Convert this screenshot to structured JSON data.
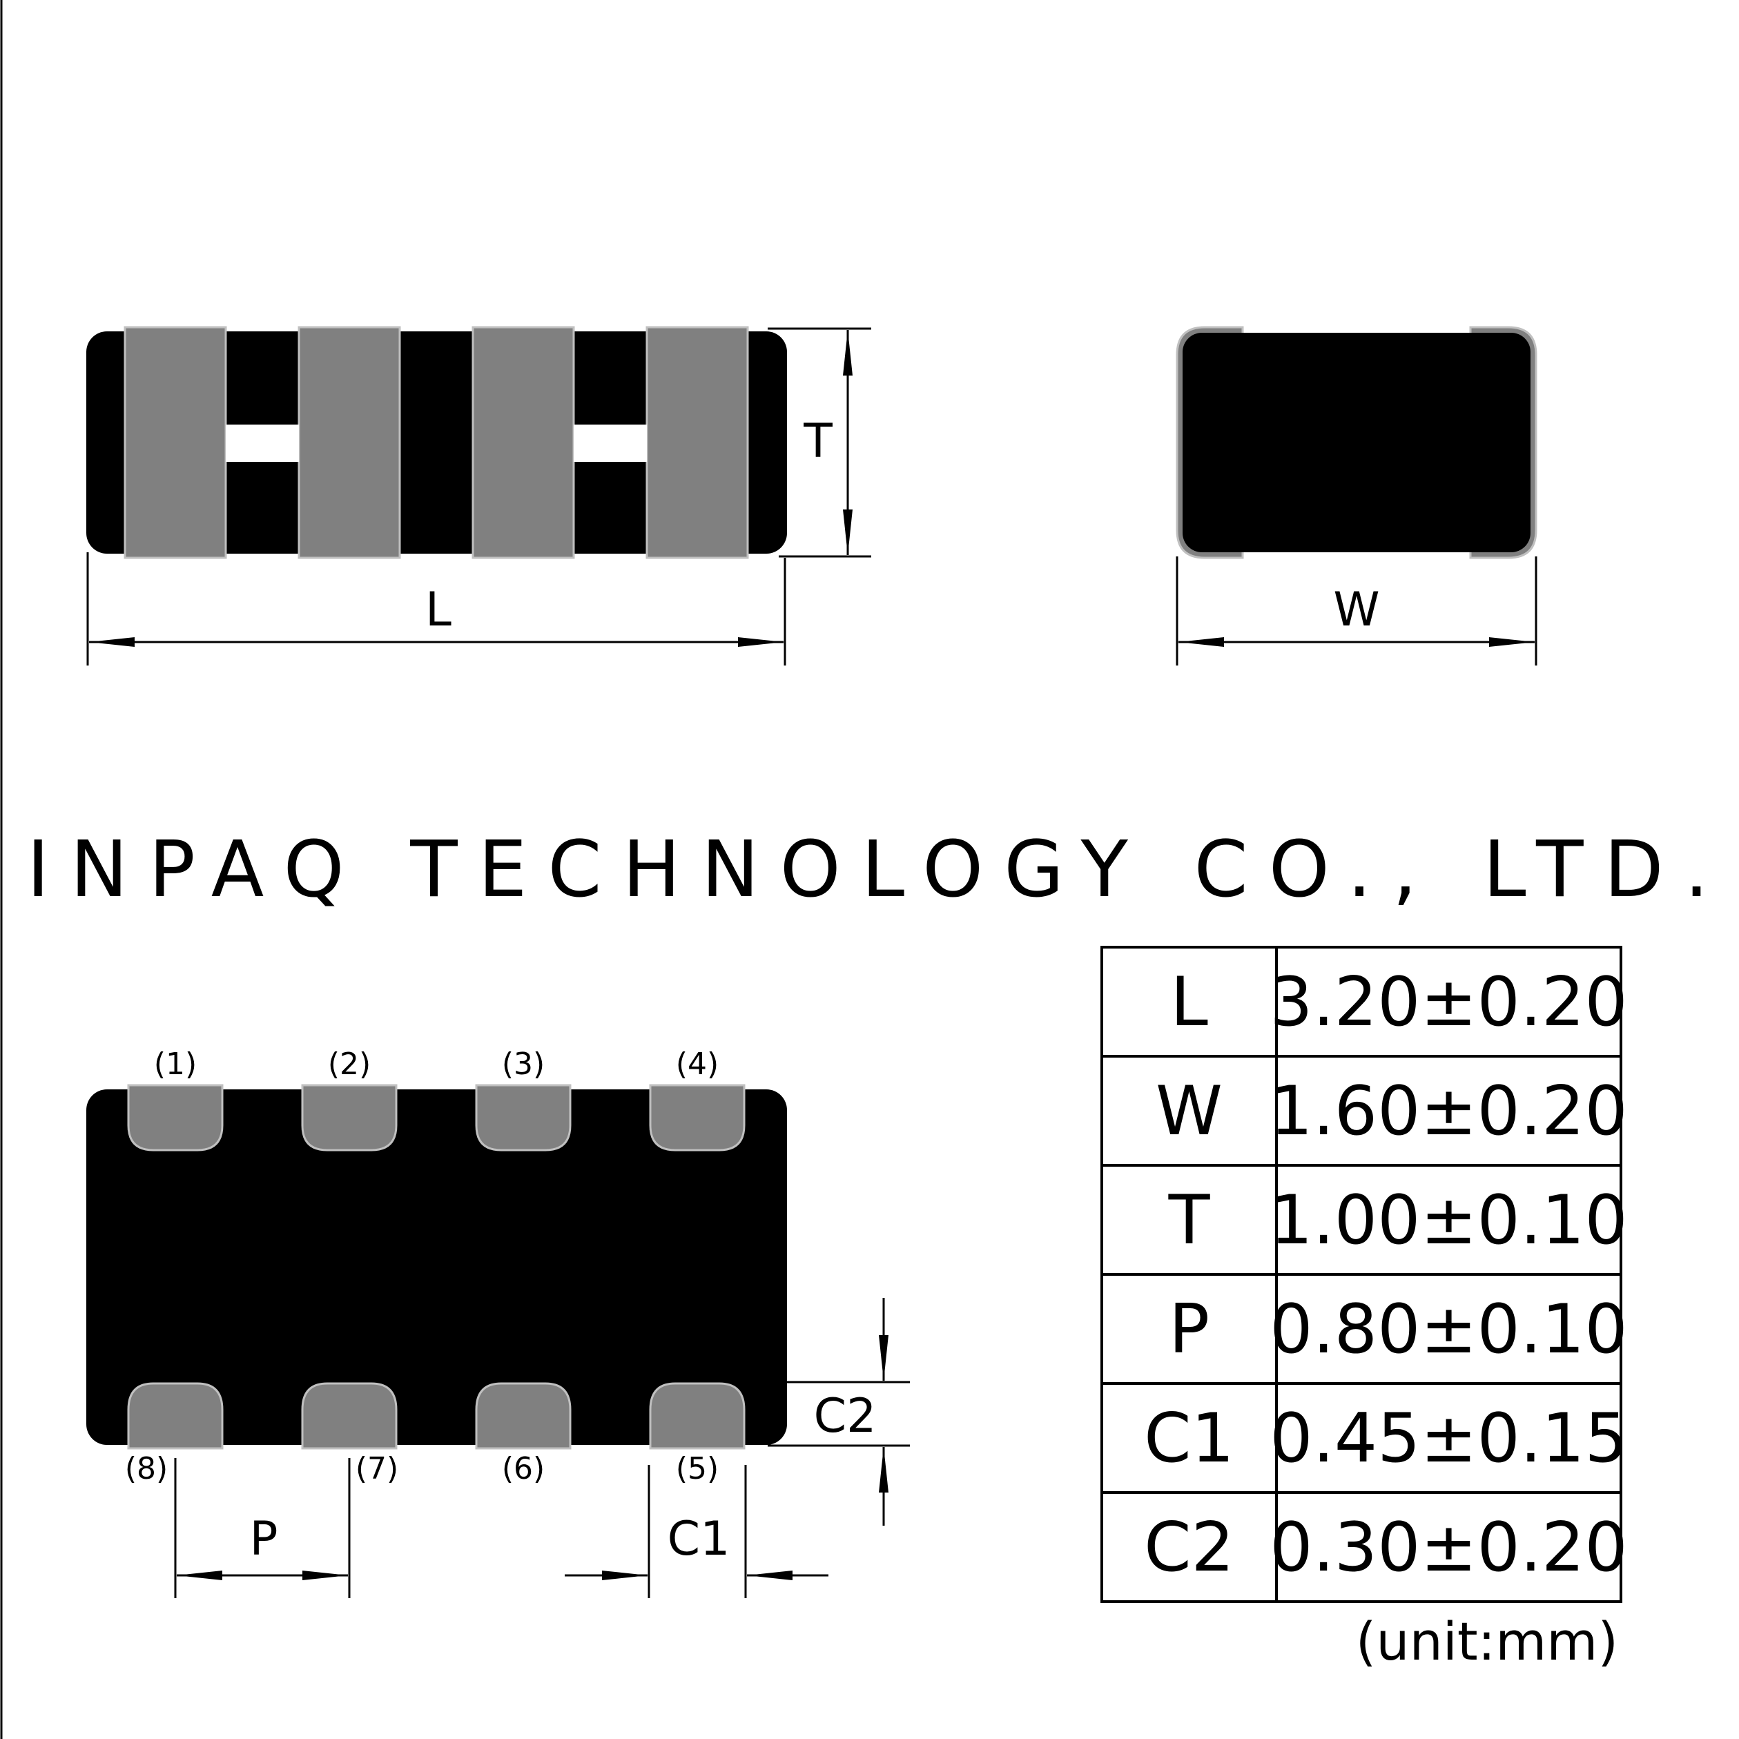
{
  "labels": {
    "length": "L",
    "thickness": "T",
    "width": "W",
    "pitch": "P",
    "c1": "C1",
    "c2": "C2"
  },
  "pins": {
    "top": [
      "(1)",
      "(2)",
      "(3)",
      "(4)"
    ],
    "bottom": [
      "(8)",
      "(7)",
      "(6)",
      "(5)"
    ]
  },
  "watermark": "INPAQ TECHNOLOGY CO., LTD.",
  "dimension_table": {
    "rows": [
      {
        "symbol": "L",
        "value": "3.20±0.20"
      },
      {
        "symbol": "W",
        "value": "1.60±0.20"
      },
      {
        "symbol": "T",
        "value": "1.00±0.10"
      },
      {
        "symbol": "P",
        "value": "0.80±0.10"
      },
      {
        "symbol": "C1",
        "value": "0.45±0.15"
      },
      {
        "symbol": "C2",
        "value": "0.30±0.20"
      }
    ],
    "unit": "(unit:mm)"
  },
  "colors": {
    "body": "#000000",
    "electrode": "#808080",
    "electrode_edge": "#c0c0c0",
    "watermark": "#d2d2d2"
  }
}
